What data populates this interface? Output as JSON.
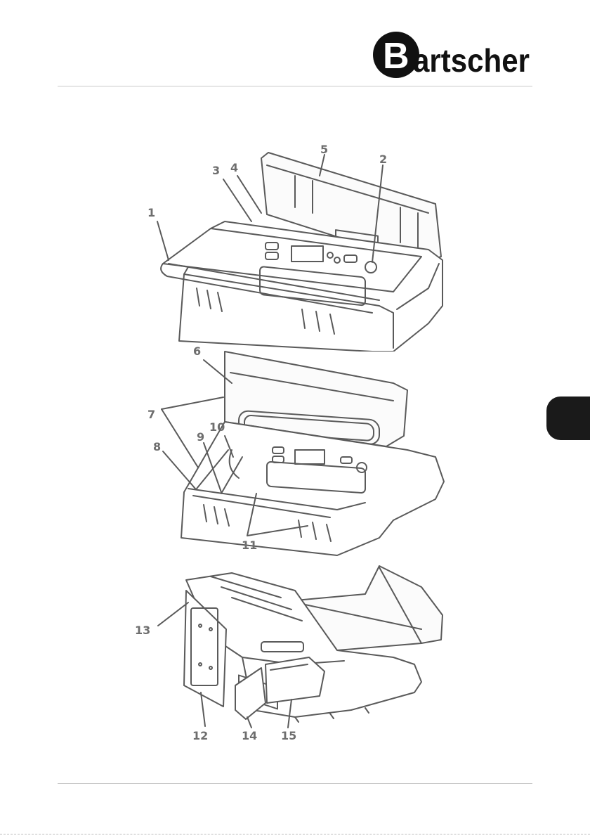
{
  "brand": {
    "logo_text": "Bartscher"
  },
  "figures": [
    {
      "name": "open-lid-view",
      "callouts": [
        "1",
        "2",
        "3",
        "4",
        "5"
      ]
    },
    {
      "name": "inside-chamber-view",
      "callouts": [
        "6",
        "7",
        "8",
        "9",
        "10",
        "11"
      ]
    },
    {
      "name": "rear-view",
      "callouts": [
        "12",
        "13",
        "14",
        "15"
      ]
    }
  ],
  "colors": {
    "line": "#5a5a5a",
    "callout_text": "#6e6e6e",
    "tab": "#1a1a1a",
    "rule": "#c9c9c9"
  }
}
